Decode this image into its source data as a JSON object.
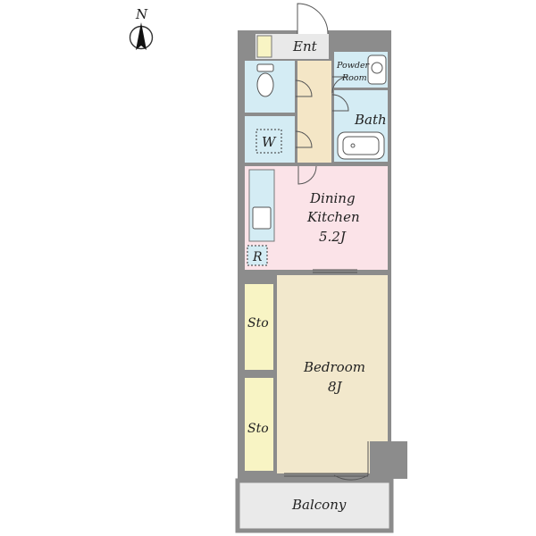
{
  "compass": {
    "label": "N"
  },
  "rooms": {
    "entrance": "Ent",
    "powder_room_line1": "Powder",
    "powder_room_line2": "Room",
    "bath": "Bath",
    "washer": "W",
    "dining_kitchen_line1": "Dining",
    "dining_kitchen_line2": "Kitchen",
    "dining_kitchen_size": "5.2J",
    "refrigerator": "R",
    "storage_upper": "Sto",
    "storage_lower": "Sto",
    "bedroom": "Bedroom",
    "bedroom_size": "8J",
    "balcony": "Balcony"
  },
  "colors": {
    "wall": "#8c8c8c",
    "kitchen_floor": "#fbe3e8",
    "bedroom_floor": "#f2e8cc",
    "wet_area": "#d4ecf4",
    "hall_floor": "#f4e6c6",
    "storage": "#f8f4c4",
    "balcony": "#eaeaea"
  }
}
